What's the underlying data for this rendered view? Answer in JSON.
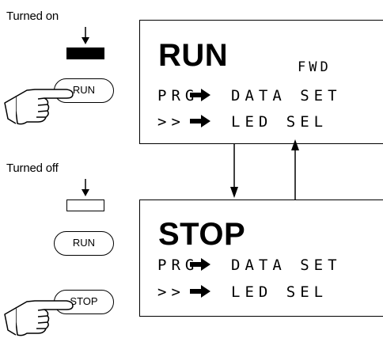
{
  "left": {
    "turned_on_label": "Turned on",
    "turned_off_label": "Turned off",
    "run_button_label": "RUN",
    "run_button2_label": "RUN",
    "stop_button_label": "STOP"
  },
  "top_panel": {
    "mode": "RUN",
    "direction": "FWD",
    "line1_prefix": "PRG",
    "line1_text": "DATA SET",
    "line2_prefix": ">>",
    "line2_text": "LED SEL"
  },
  "bottom_panel": {
    "mode": "STOP",
    "line1_prefix": "PRG",
    "line1_text": "DATA SET",
    "line2_prefix": ">>",
    "line2_text": "LED SEL"
  }
}
